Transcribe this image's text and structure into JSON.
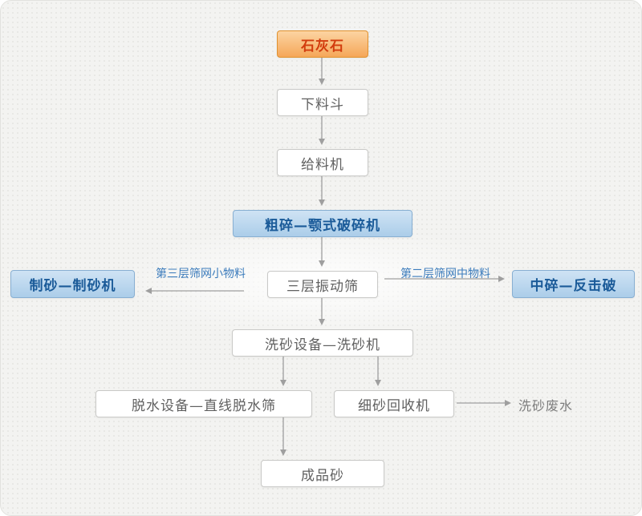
{
  "colors": {
    "page_background": "#f3f3f1",
    "box_white_fill": "#ffffff",
    "box_white_border": "#c9c9c7",
    "box_white_text": "#606060",
    "box_blue_fill": "#bcd8ee",
    "box_blue_border": "#88afd2",
    "box_blue_text": "#1b5b99",
    "box_orange_fill": "#f8bd7d",
    "box_orange_border": "#e0912f",
    "box_orange_text": "#d23c0e",
    "arrow_gray": "#9f9f9f",
    "edge_label_blue": "#3c7cbc"
  },
  "nodes": {
    "limestone": {
      "label": "石灰石"
    },
    "hopper": {
      "label": "下料斗"
    },
    "feeder": {
      "label": "给料机"
    },
    "coarse_crusher": {
      "label": "粗碎—颚式破碎机"
    },
    "vibrating_screen": {
      "label": "三层振动筛"
    },
    "sand_maker": {
      "label": "制砂—制砂机"
    },
    "impact_crusher": {
      "label": "中碎—反击破"
    },
    "sand_washer": {
      "label": "洗砂设备—洗砂机"
    },
    "dewatering": {
      "label": "脱水设备—直线脱水筛"
    },
    "recycler": {
      "label": "细砂回收机"
    },
    "finished_sand": {
      "label": "成品砂"
    },
    "wastewater": {
      "label": "洗砂废水"
    }
  },
  "edge_labels": {
    "third_layer": {
      "label": "第三层筛网小物料"
    },
    "second_layer": {
      "label": "第二层筛网中物料"
    }
  }
}
